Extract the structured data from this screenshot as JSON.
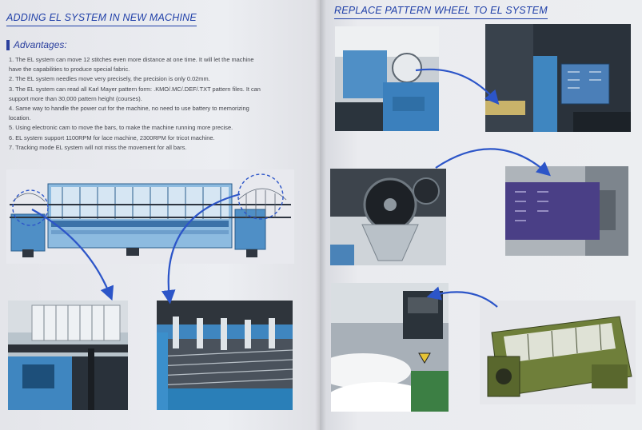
{
  "left_page": {
    "title": "ADDING EL SYSTEM IN NEW MACHINE",
    "advantages_title": "Advantages:",
    "advantages": [
      "1. The EL system can move 12 stitches even more distance at one time. It will let the machine",
      "have the capabilities to produce special fabric.",
      "2. The EL system needles move very precisely, the precision is only 0.02mm.",
      "3. The EL system can read all Karl Mayer pattern form: .KMO/.MC/.DEF/.TXT pattern files. It can",
      "support  more than 30,000 pattern height (courses).",
      "4. Same way to handle the power cut for the machine, no need to use battery to memorizing",
      "location.",
      "5. Using electronic cam to move the bars, to make the machine running more precise.",
      "6.  EL system support 1100RPM for lace machine, 2300RPM for tricot machine.",
      "7. Tracking mode EL system will not miss the movement for all bars."
    ]
  },
  "right_page": {
    "title": "REPLACE PATTERN WHEEL TO EL SYSTEM"
  },
  "colors": {
    "heading_blue": "#1f3fa8",
    "arrow_blue": "#2c55c8",
    "machine_blue": "#3f86c0",
    "machine_green": "#6f7f3a",
    "panel_purple": "#4a3f86"
  },
  "icons": [
    "arrow-icon"
  ]
}
